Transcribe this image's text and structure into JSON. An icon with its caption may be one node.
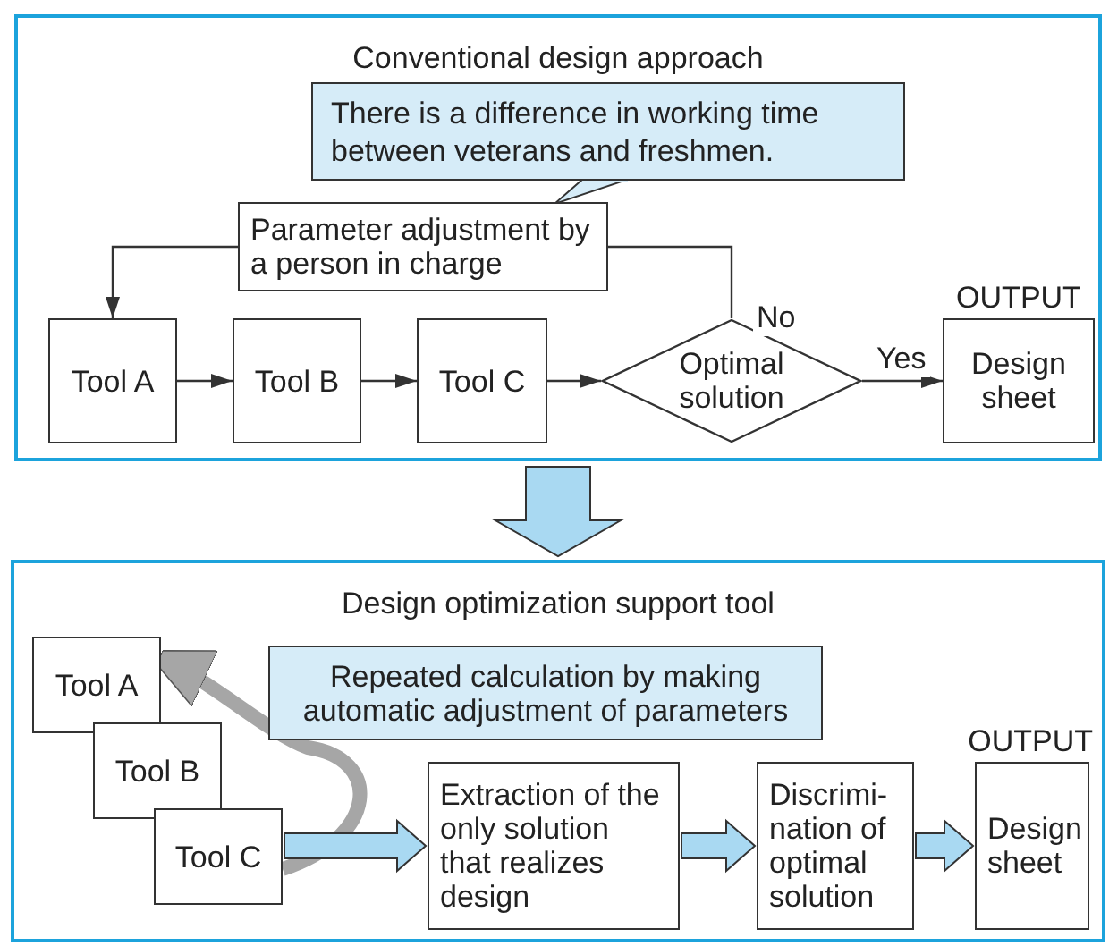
{
  "diagram": {
    "nodes": [
      {
        "text": [
          "Conventional design approach"
        ]
      },
      {
        "text": [
          "There is a difference in working time between veterans and freshmen."
        ],
        "in": 0
      },
      {
        "text": [
          "Parameter adjustment by a person in charge"
        ],
        "in": 0
      },
      {
        "text": [
          "Tool A"
        ],
        "in": 0
      },
      {
        "text": [
          "Tool B"
        ],
        "in": 0
      },
      {
        "text": [
          "Tool C"
        ],
        "in": 0
      },
      {
        "text": [
          "Optimal solution"
        ],
        "in": 0
      },
      {
        "text": [
          "Design sheet"
        ],
        "in": 0,
        "beside": [
          "OUTPUT"
        ]
      },
      {
        "text": [
          "Design optimization support tool"
        ]
      },
      {
        "text": [
          "Tool A"
        ],
        "in": 8
      },
      {
        "text": [
          "Tool B"
        ],
        "in": 8
      },
      {
        "text": [
          "Tool C"
        ],
        "in": 8
      },
      {
        "text": [
          "Repeated calculation by making automatic adjustment of parameters"
        ],
        "in": 8
      },
      {
        "text": [
          "Extraction of the only solution that realizes design"
        ],
        "in": 8
      },
      {
        "text": [
          "Discrimi- nation of optimal solution"
        ],
        "in": 8
      },
      {
        "text": [
          "Design sheet"
        ],
        "in": 8,
        "beside": [
          "OUTPUT"
        ]
      }
    ],
    "edges": [
      {
        "from": 3,
        "to": 4,
        "arrow": "to"
      },
      {
        "from": 4,
        "to": 5,
        "arrow": "to"
      },
      {
        "from": 5,
        "to": 6,
        "arrow": "to"
      },
      {
        "from": 6,
        "to": 7,
        "arrow": "to",
        "label": "Yes"
      },
      {
        "from": 6,
        "to": 2,
        "arrow": "none",
        "label": "No"
      },
      {
        "from": 2,
        "to": 3,
        "arrow": "to"
      },
      {
        "from": 0,
        "to": 8,
        "arrow": "to",
        "style": "thick",
        "color": "#a9d9f2"
      },
      {
        "from": 11,
        "to": 9,
        "arrow": "to",
        "style": "thick",
        "color": "#a6a6a6"
      },
      {
        "from": 11,
        "to": 13,
        "arrow": "to",
        "style": "thick",
        "color": "#a9d9f2"
      },
      {
        "from": 13,
        "to": 14,
        "arrow": "to",
        "style": "thick",
        "color": "#a9d9f2"
      },
      {
        "from": 14,
        "to": 15,
        "arrow": "to",
        "style": "thick",
        "color": "#a9d9f2"
      }
    ]
  }
}
